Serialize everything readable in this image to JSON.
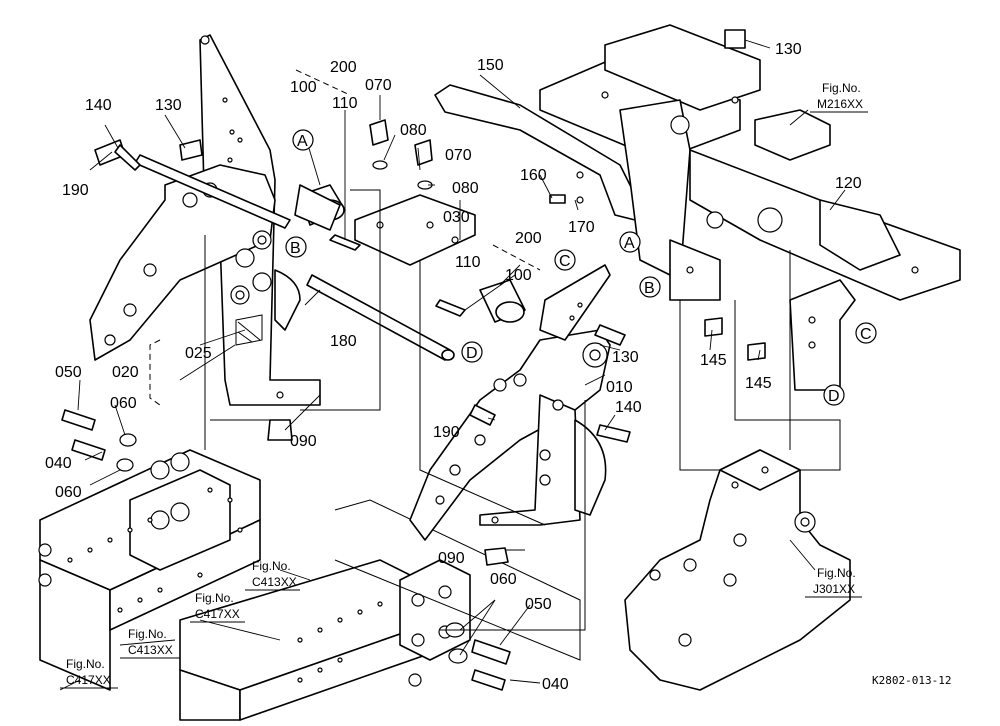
{
  "labels": {
    "p010": "010",
    "p020": "020",
    "p025": "025",
    "p030": "030",
    "p040a": "040",
    "p040b": "040",
    "p050a": "050",
    "p050b": "050",
    "p060a": "060",
    "p060b": "060",
    "p060c": "060",
    "p070a": "070",
    "p070b": "070",
    "p080a": "080",
    "p080b": "080",
    "p090a": "090",
    "p090b": "090",
    "p100a": "100",
    "p100b": "100",
    "p110a": "110",
    "p110b": "110",
    "p120": "120",
    "p130a": "130",
    "p130b": "130",
    "p130c": "130",
    "p140a": "140",
    "p140b": "140",
    "p145a": "145",
    "p145b": "145",
    "p150": "150",
    "p160": "160",
    "p170": "170",
    "p180": "180",
    "p190a": "190",
    "p190b": "190",
    "p200a": "200",
    "p200b": "200"
  },
  "refs": {
    "a1": "A",
    "a2": "A",
    "b1": "B",
    "b2": "B",
    "c1": "C",
    "c2": "C",
    "d1": "D",
    "d2": "D"
  },
  "figrefs": [
    {
      "title": "Fig.No.",
      "code": "M216XX"
    },
    {
      "title": "Fig.No.",
      "code": "J301XX"
    },
    {
      "title": "Fig.No.",
      "code": "C413XX"
    },
    {
      "title": "Fig.No.",
      "code": "C417XX"
    },
    {
      "title": "Fig.No.",
      "code": "C413XX"
    },
    {
      "title": "Fig.No.",
      "code": "C417XX"
    }
  ],
  "drawing_code": "K2802-013-12"
}
